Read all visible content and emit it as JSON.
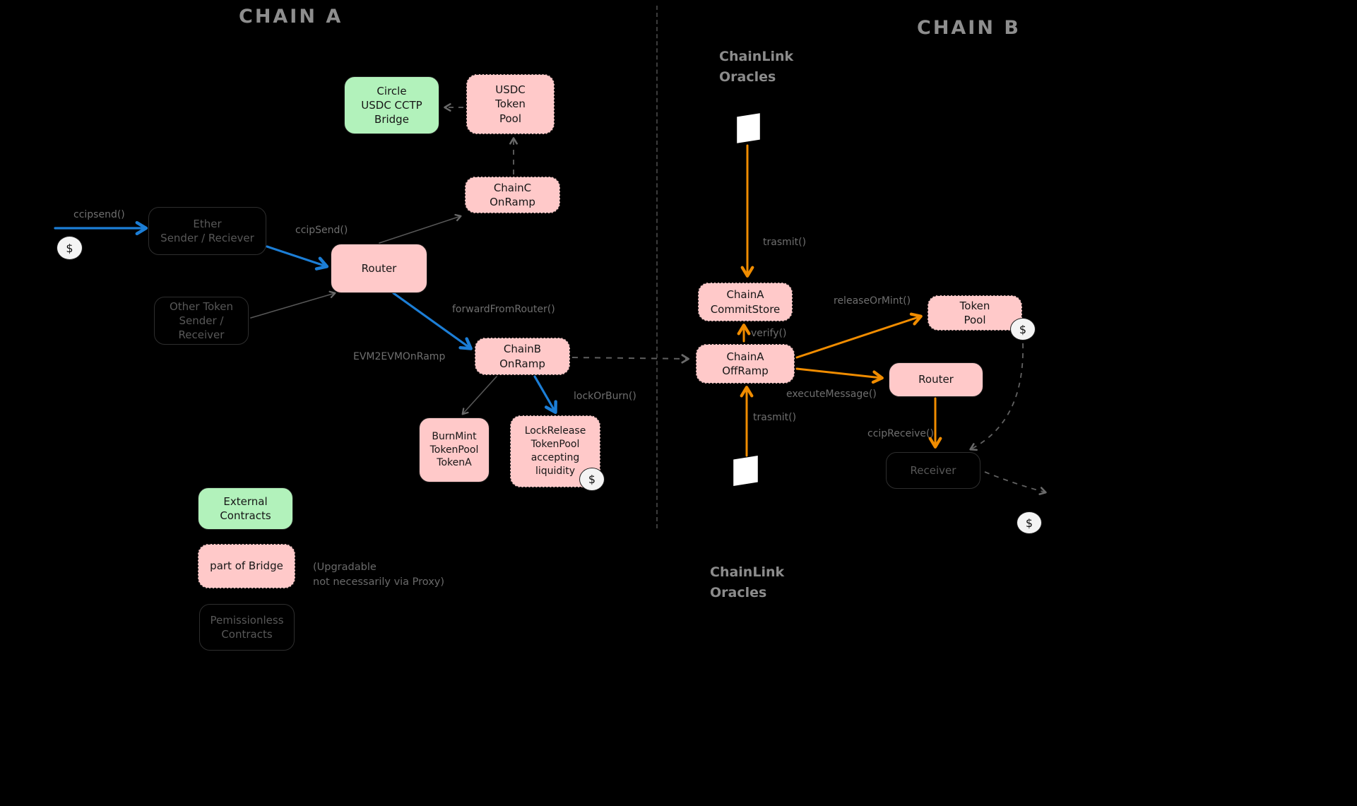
{
  "titles": {
    "chain_a": "CHAIN A",
    "chain_b": "CHAIN B"
  },
  "oracles": {
    "top": "ChainLink\nOracles",
    "bottom": "ChainLink\nOracles"
  },
  "nodes": {
    "circle_bridge": "Circle\nUSDC CCTP\nBridge",
    "usdc_token_pool": "USDC\nToken\nPool",
    "chainc_onramp": "ChainC\nOnRamp",
    "ether_sender": "Ether\nSender / Reciever",
    "router_a": "Router",
    "other_token_sender": "Other Token\nSender /\nReceiver",
    "chainb_onramp": "ChainB\nOnRamp",
    "burnmint_pool": "BurnMint\nTokenPool\nTokenA",
    "lockrelease_pool": "LockRelease\nTokenPool\naccepting\nliquidity",
    "chaina_commitstore": "ChainA\nCommitStore",
    "chaina_offramp": "ChainA\nOffRamp",
    "token_pool_b": "Token\nPool",
    "router_b": "Router",
    "receiver": "Receiver"
  },
  "edge_labels": {
    "ccipsend_left": "ccipsend()",
    "ccipsend_router": "ccipSend()",
    "forward_from_router": "forwardFromRouter()",
    "evm2evm_onramp": "EVM2EVMOnRamp",
    "lock_or_burn": "lockOrBurn()",
    "transmit_top": "trasmit()",
    "verify": "verify()",
    "release_or_mint": "releaseOrMint()",
    "execute_message": "executeMessage()",
    "transmit_bottom": "trasmit()",
    "ccip_receive": "ccipReceive()"
  },
  "legend": {
    "external": "External\nContracts",
    "bridge": "part of Bridge",
    "bridge_note": "(Upgradable\nnot necessarily via Proxy)",
    "permissionless": "Pemissionless\nContracts"
  },
  "coin": {
    "symbol": "$"
  },
  "colors": {
    "box_pink": "#ffc9c9",
    "box_green": "#b2f2bb",
    "arrow_blue": "#1c7ed6",
    "arrow_orange": "#f08c00",
    "label_gray": "#6f6f6f",
    "stroke_dark": "#1e1e1e"
  }
}
